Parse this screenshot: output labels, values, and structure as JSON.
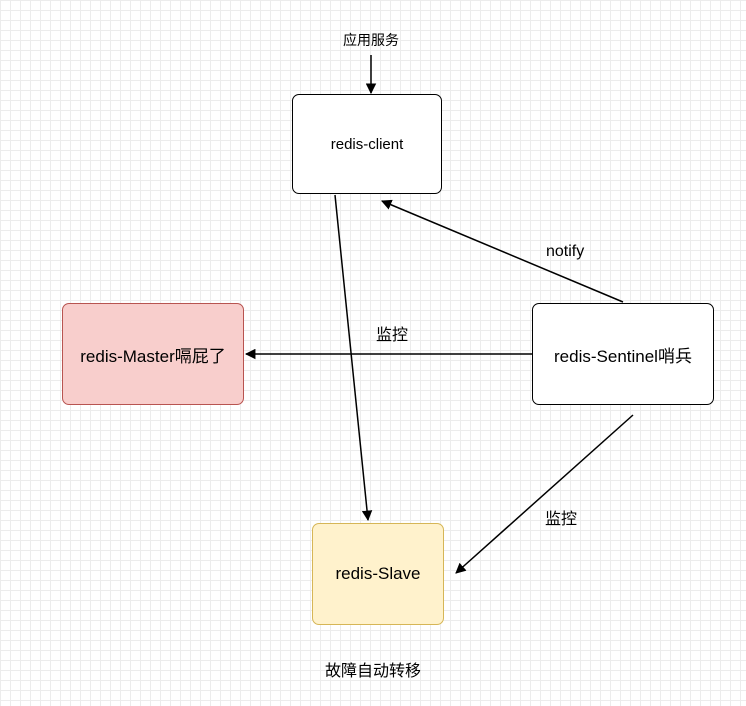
{
  "top_label": "应用服务",
  "nodes": {
    "client": "redis-client",
    "master": "redis-Master嗝屁了",
    "sentinel": "redis-Sentinel哨兵",
    "slave": "redis-Slave"
  },
  "edge_labels": {
    "notify": "notify",
    "monitor_master": "监控",
    "monitor_slave": "监控"
  },
  "caption": "故障自动转移",
  "colors": {
    "master_fill": "#f8cecc",
    "master_stroke": "#b85450",
    "slave_fill": "#fff2cc",
    "slave_stroke": "#d6b656",
    "edge": "#000000"
  }
}
